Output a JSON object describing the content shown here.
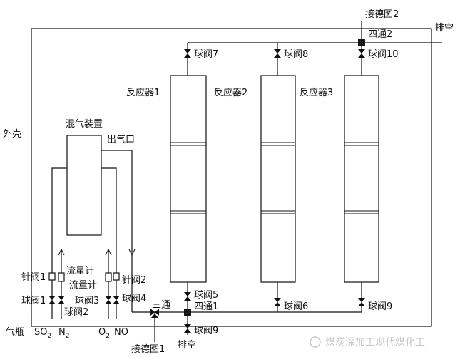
{
  "labels": {
    "shell": "外壳",
    "mixer": "混气装置",
    "outlet": "出气口",
    "reactor1": "反应器1",
    "reactor2": "反应器2",
    "reactor3": "反应器3",
    "valve1": "球阀1",
    "valve2": "球阀2",
    "valve3": "球阀3",
    "valve4": "球阀4",
    "valve5": "球阀5",
    "valve6": "球阀6",
    "valve7": "球阀7",
    "valve8": "球阀8",
    "valve9_bottom": "球阀9",
    "valve9_right": "球阀9",
    "valve10": "球阀10",
    "needle1": "针阀1",
    "needle2": "针阀2",
    "flowmeter1": "流量计",
    "flowmeter2": "流量计",
    "tee": "三通",
    "cross1": "四通1",
    "cross2": "四通2",
    "connect1": "接德图1",
    "connect2": "接德图2",
    "vent_bottom": "排空",
    "vent_top": "排空",
    "gas_cylinder": "气瓶",
    "so2": "SO",
    "so2_sub": "2",
    "n2": "N",
    "n2_sub": "2",
    "o2": "O",
    "o2_sub": "2",
    "no": "NO"
  },
  "watermark": "煤炭深加工现代煤化工"
}
